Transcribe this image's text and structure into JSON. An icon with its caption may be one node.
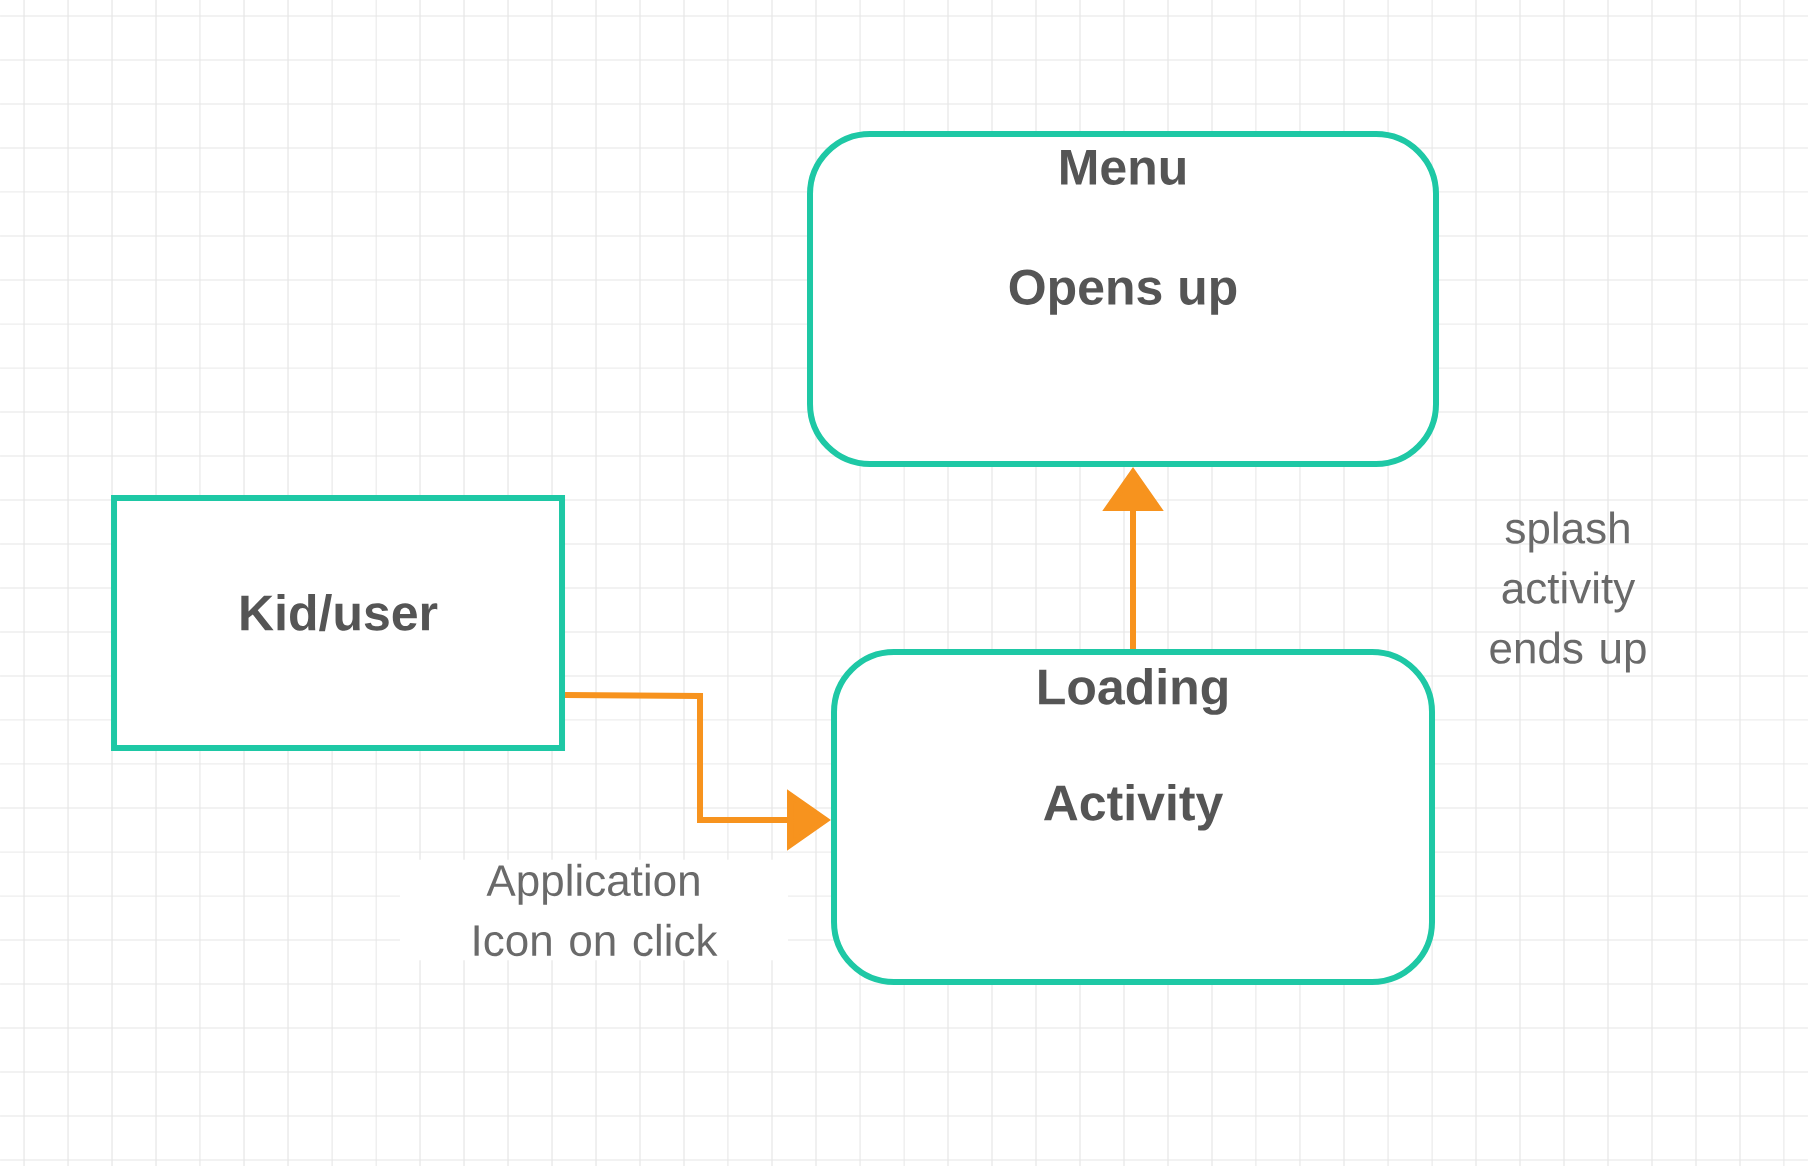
{
  "diagram": {
    "nodes": [
      {
        "text": [
          "Menu Opens up"
        ]
      },
      {
        "text": [
          "Kid/user"
        ]
      },
      {
        "text": [
          "Loading Activity"
        ]
      }
    ],
    "edges": [
      {
        "from": 1,
        "to": 2,
        "arrow": "to",
        "label": "Application Icon on click"
      },
      {
        "from": 2,
        "to": 0,
        "arrow": "to"
      }
    ],
    "labels": [
      "splash activity ends up"
    ]
  }
}
